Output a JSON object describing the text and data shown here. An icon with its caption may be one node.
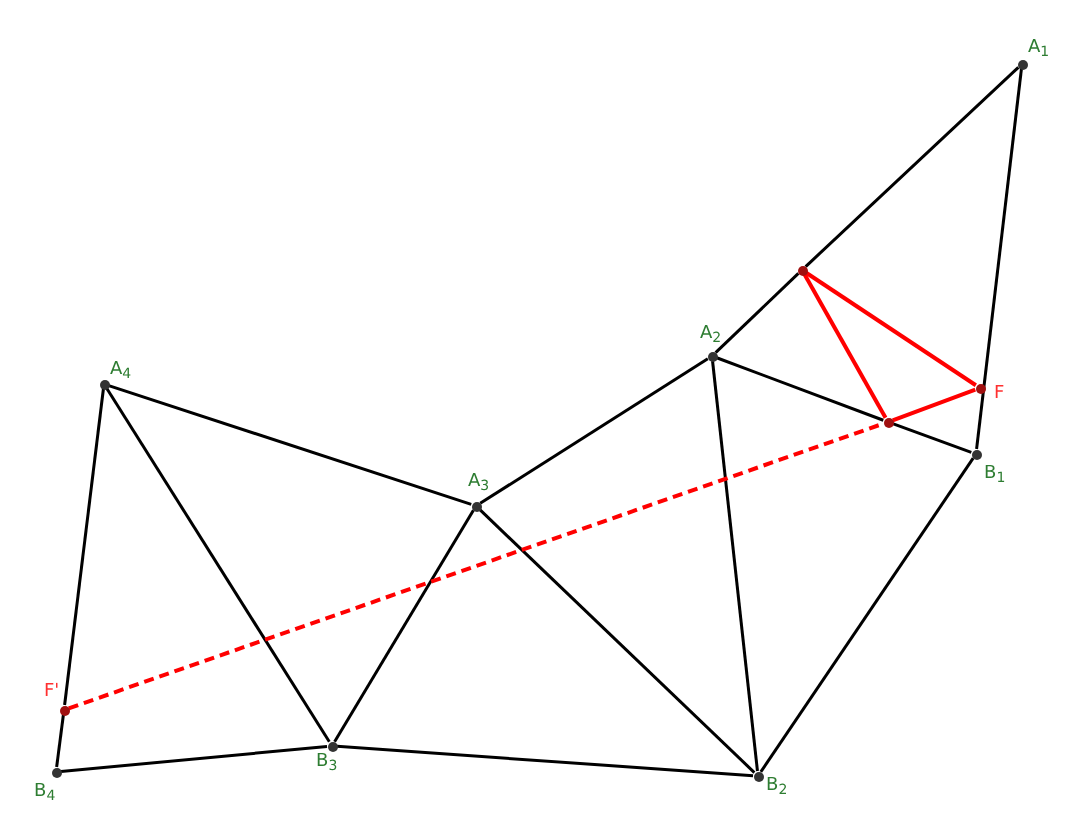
{
  "diagram": {
    "nodes": [
      {
        "text": [
          "A$_{1}$"
        ]
      },
      {
        "text": [],
        "shape": "circle"
      },
      {
        "text": [
          "A$_{2}$"
        ]
      },
      {
        "text": [
          "A$_{4}$"
        ]
      },
      {
        "text": [
          "F"
        ]
      },
      {
        "text": [],
        "shape": "circle"
      },
      {
        "text": [
          "B$_{1}$"
        ]
      },
      {
        "text": [
          "A$_{3}$"
        ]
      },
      {
        "text": [
          "F'"
        ]
      },
      {
        "text": [
          "B$_{3}$"
        ]
      },
      {
        "text": [
          "B$_{4}$"
        ]
      },
      {
        "text": [
          "B$_{2}$"
        ]
      }
    ],
    "edges": [
      {
        "from": 0,
        "to": 1,
        "arrow": "none"
      },
      {
        "from": 1,
        "to": 2,
        "arrow": "none"
      },
      {
        "from": 2,
        "to": 7,
        "arrow": "none"
      },
      {
        "from": 0,
        "to": 6,
        "arrow": "none"
      },
      {
        "from": 2,
        "to": 5,
        "arrow": "none"
      },
      {
        "from": 5,
        "to": 6,
        "arrow": "none"
      },
      {
        "from": 2,
        "to": 11,
        "arrow": "none"
      },
      {
        "from": 6,
        "to": 11,
        "arrow": "none"
      },
      {
        "from": 7,
        "to": 11,
        "arrow": "none"
      },
      {
        "from": 3,
        "to": 7,
        "arrow": "none"
      },
      {
        "from": 3,
        "to": 9,
        "arrow": "none"
      },
      {
        "from": 7,
        "to": 9,
        "arrow": "none"
      },
      {
        "from": 9,
        "to": 11,
        "arrow": "none"
      },
      {
        "from": 3,
        "to": 8,
        "arrow": "none"
      },
      {
        "from": 8,
        "to": 10,
        "arrow": "none"
      },
      {
        "from": 10,
        "to": 9,
        "arrow": "none"
      },
      {
        "from": 1,
        "to": 4,
        "arrow": "none",
        "color": "#ff0000"
      },
      {
        "from": 1,
        "to": 5,
        "arrow": "none",
        "color": "#ff0000"
      },
      {
        "from": 5,
        "to": 4,
        "arrow": "none",
        "color": "#ff0000"
      },
      {
        "from": 8,
        "to": 5,
        "arrow": "none",
        "style": "dashed",
        "color": "#ff0000"
      }
    ]
  }
}
